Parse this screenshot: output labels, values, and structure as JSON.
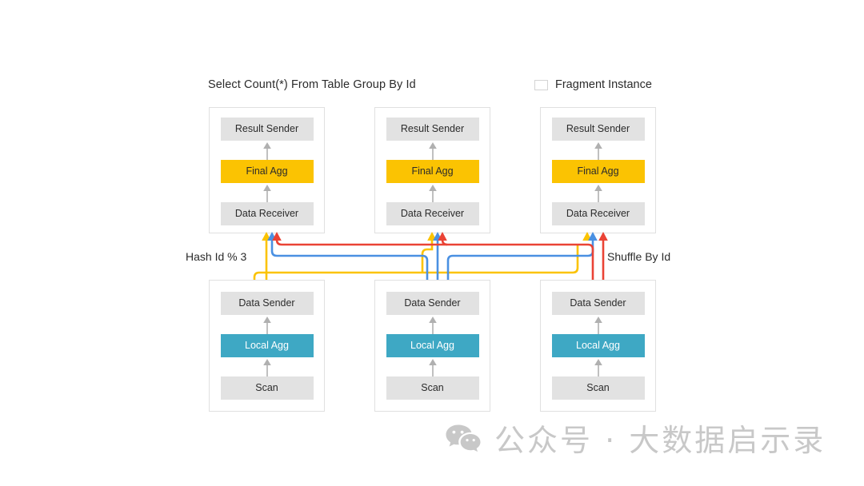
{
  "header": {
    "query_title": "Select Count(*) From Table Group By Id",
    "legend_label": "Fragment Instance",
    "legend_swatch_icon": "empty-rectangle-icon"
  },
  "labels": {
    "hash": "Hash Id % 3",
    "shuffle": "Shuffle By Id"
  },
  "colors": {
    "final_agg": "#fbc302",
    "local_agg": "#3ea8c4",
    "plain_node": "#e2e2e2",
    "frame_border": "#e0e0e0",
    "wire_yellow": "#fbc302",
    "wire_blue": "#4a90e2",
    "wire_red": "#ea4335",
    "connector_gray": "#b0b0b0",
    "watermark": "#c8c8c8"
  },
  "diagram": {
    "type": "dataflow",
    "column_count": 3,
    "top_fragments": [
      {
        "id": "top-0",
        "nodes": [
          {
            "label": "Result Sender",
            "style": "plain"
          },
          {
            "label": "Final Agg",
            "style": "final"
          },
          {
            "label": "Data Receiver",
            "style": "plain"
          }
        ]
      },
      {
        "id": "top-1",
        "nodes": [
          {
            "label": "Result Sender",
            "style": "plain"
          },
          {
            "label": "Final Agg",
            "style": "final"
          },
          {
            "label": "Data Receiver",
            "style": "plain"
          }
        ]
      },
      {
        "id": "top-2",
        "nodes": [
          {
            "label": "Result Sender",
            "style": "plain"
          },
          {
            "label": "Final Agg",
            "style": "final"
          },
          {
            "label": "Data Receiver",
            "style": "plain"
          }
        ]
      }
    ],
    "bottom_fragments": [
      {
        "id": "bottom-0",
        "nodes": [
          {
            "label": "Data Sender",
            "style": "plain"
          },
          {
            "label": "Local Agg",
            "style": "local"
          },
          {
            "label": "Scan",
            "style": "plain"
          }
        ]
      },
      {
        "id": "bottom-1",
        "nodes": [
          {
            "label": "Data Sender",
            "style": "plain"
          },
          {
            "label": "Local Agg",
            "style": "local"
          },
          {
            "label": "Scan",
            "style": "plain"
          }
        ]
      },
      {
        "id": "bottom-2",
        "nodes": [
          {
            "label": "Data Sender",
            "style": "plain"
          },
          {
            "label": "Local Agg",
            "style": "local"
          },
          {
            "label": "Scan",
            "style": "plain"
          }
        ]
      }
    ],
    "shuffle_edges": [
      {
        "from": "bottom-0",
        "to": "top-0",
        "color": "yellow"
      },
      {
        "from": "bottom-0",
        "to": "top-1",
        "color": "yellow"
      },
      {
        "from": "bottom-0",
        "to": "top-2",
        "color": "yellow"
      },
      {
        "from": "bottom-1",
        "to": "top-0",
        "color": "blue"
      },
      {
        "from": "bottom-1",
        "to": "top-1",
        "color": "blue"
      },
      {
        "from": "bottom-1",
        "to": "top-2",
        "color": "blue"
      },
      {
        "from": "bottom-2",
        "to": "top-0",
        "color": "red"
      },
      {
        "from": "bottom-2",
        "to": "top-1",
        "color": "red"
      },
      {
        "from": "bottom-2",
        "to": "top-2",
        "color": "red"
      }
    ]
  },
  "watermark": {
    "icon": "wechat-icon",
    "text": "公众号 · 大数据启示录"
  }
}
